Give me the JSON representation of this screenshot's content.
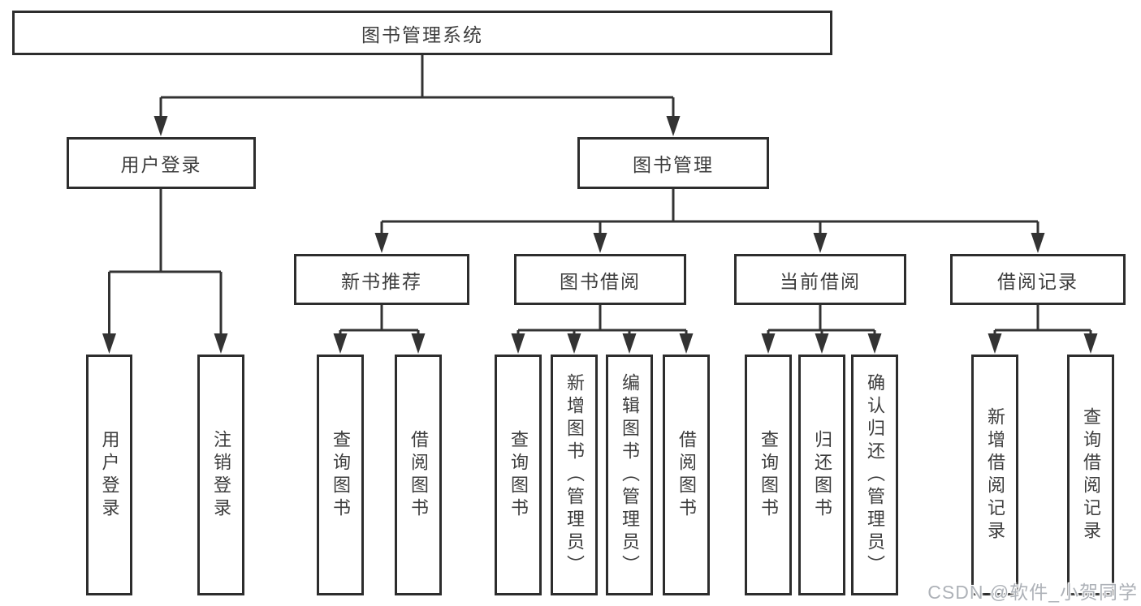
{
  "tree": {
    "label": "图书管理系统",
    "children": [
      {
        "label": "用户登录",
        "children": [
          {
            "label": "用户登录"
          },
          {
            "label": "注销登录"
          }
        ]
      },
      {
        "label": "图书管理",
        "children": [
          {
            "label": "新书推荐",
            "children": [
              {
                "label": "查询图书"
              },
              {
                "label": "借阅图书"
              }
            ]
          },
          {
            "label": "图书借阅",
            "children": [
              {
                "label": "查询图书"
              },
              {
                "label": "新增图书（管理员）"
              },
              {
                "label": "编辑图书（管理员）"
              },
              {
                "label": "借阅图书"
              }
            ]
          },
          {
            "label": "当前借阅",
            "children": [
              {
                "label": "查询图书"
              },
              {
                "label": "归还图书"
              },
              {
                "label": "确认归还（管理员）"
              }
            ]
          },
          {
            "label": "借阅记录",
            "children": [
              {
                "label": "新增借阅记录"
              },
              {
                "label": "查询借阅记录"
              }
            ]
          }
        ]
      }
    ]
  },
  "watermark": {
    "text": "CSDN @软件_小贺同学"
  },
  "colors": {
    "background": "#ffffff",
    "box_border": "#2d2d2d",
    "line": "#333333",
    "text": "#3d3d3d",
    "watermark": "#aeb2b8"
  }
}
